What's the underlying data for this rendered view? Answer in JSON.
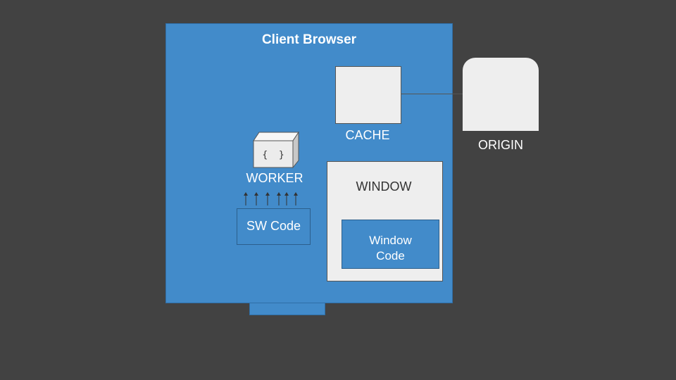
{
  "browser": {
    "title": "Client Browser"
  },
  "cache": {
    "label": "CACHE"
  },
  "origin": {
    "label": "ORIGIN"
  },
  "worker": {
    "label": "WORKER",
    "icon_text": "{  }",
    "icon": "code-cube-icon",
    "arrow_count": 6
  },
  "sw_code": {
    "label": "SW Code"
  },
  "window": {
    "label": "WINDOW",
    "code_line1": "Window",
    "code_line2": "Code"
  },
  "colors": {
    "background": "#424242",
    "browser_blue": "#428bca",
    "box_fill": "#eeeeee",
    "text_light": "#ffffff"
  }
}
